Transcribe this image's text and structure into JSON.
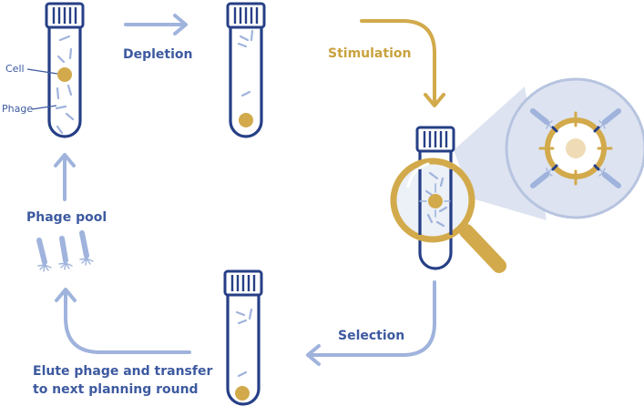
{
  "labels": {
    "cell": "Cell",
    "phage": "Phage",
    "depletion": "Depletion",
    "stimulation": "Stimulation",
    "phage_pool": "Phage pool",
    "selection": "Selection",
    "elute_line1": "Elute phage and transfer",
    "elute_line2": "to next planning round"
  },
  "colors": {
    "navy": "#263f86",
    "light_blue": "#9fb3dc",
    "gold": "#d2aa4b",
    "pale_circle": "#dde3f0",
    "pale_gold": "#efdcb6",
    "label_blue": "#3d5aa0",
    "label_gold": "#c9a23f"
  },
  "icons": [
    "test-tube-icon",
    "magnifier-icon",
    "arrow-icon",
    "phage-icon",
    "cell-icon"
  ]
}
